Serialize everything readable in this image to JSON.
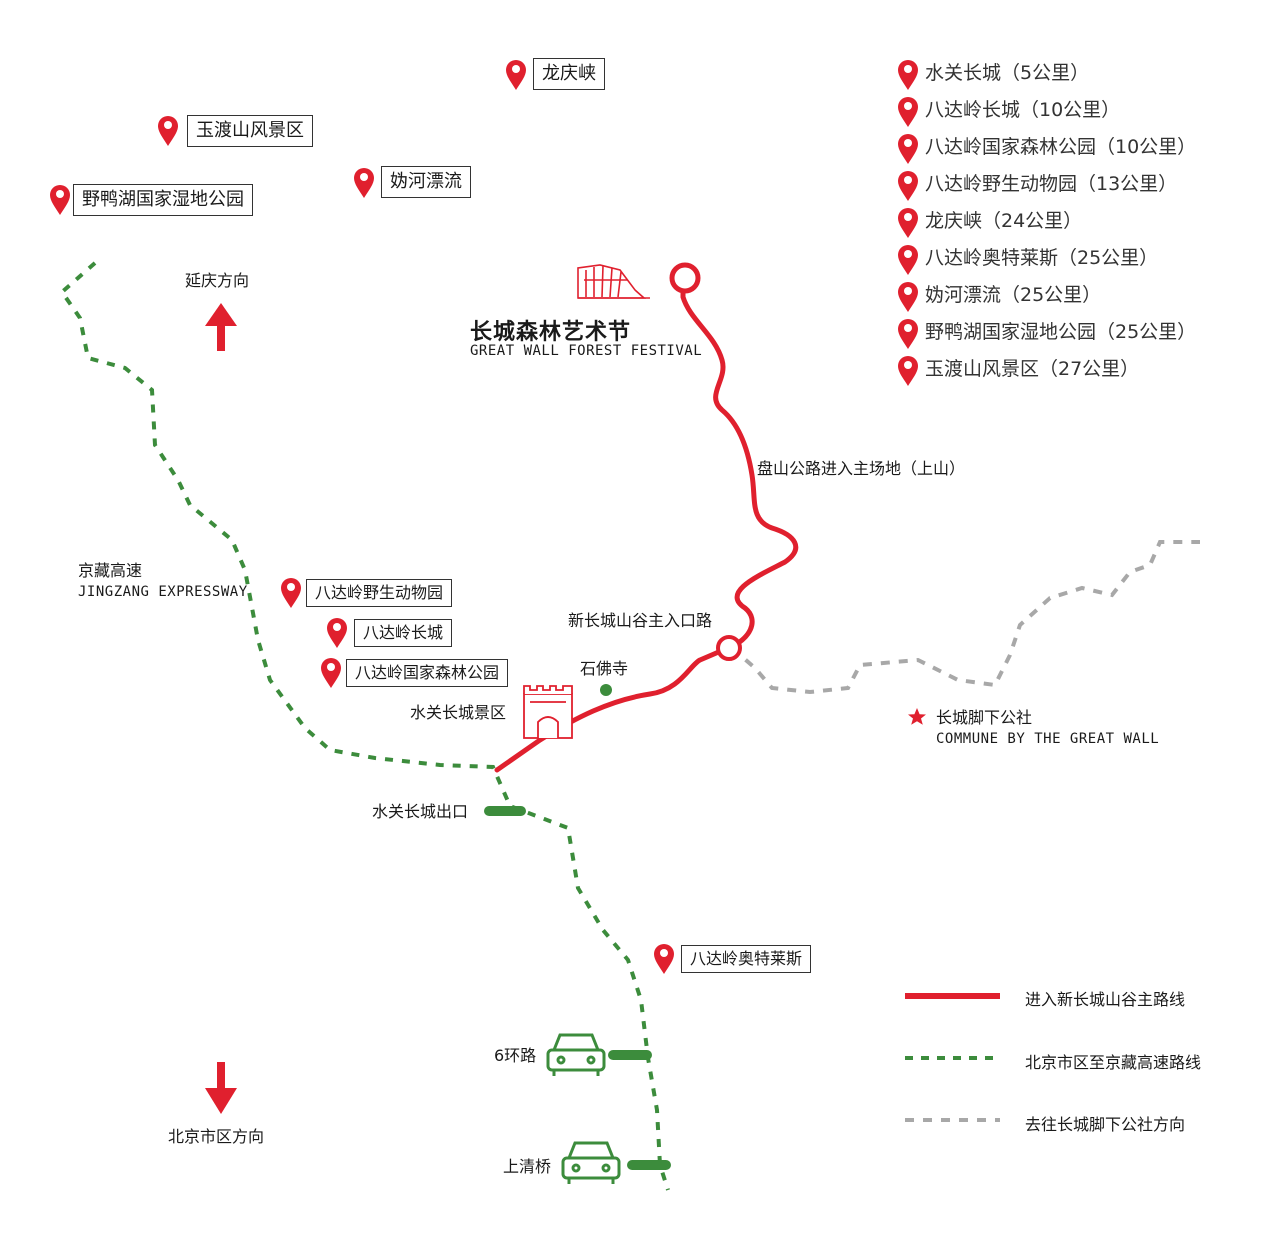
{
  "festival": {
    "title_cn": "长城森林艺术节",
    "title_en": "GREAT WALL FOREST FESTIVAL"
  },
  "distances": [
    "水关长城（5公里）",
    "八达岭长城（10公里）",
    "八达岭国家森林公园（10公里）",
    "八达岭野生动物园（13公里）",
    "龙庆峡（24公里）",
    "八达岭奥特莱斯（25公里）",
    "妫河漂流（25公里）",
    "野鸭湖国家湿地公园（25公里）",
    "玉渡山风景区（27公里）"
  ],
  "pois": {
    "longqingxia": "龙庆峡",
    "yudushan": "玉渡山风景区",
    "guihe": "妫河漂流",
    "yehu": "野鸭湖国家湿地公园",
    "wildlife_park": "八达岭野生动物园",
    "badaling_wall": "八达岭长城",
    "forest_park": "八达岭国家森林公园",
    "outlets": "八达岭奥特莱斯"
  },
  "labels": {
    "yanqing_dir": "延庆方向",
    "beijing_dir": "北京市区方向",
    "mountain_road": "盘山公路进入主场地（上山）",
    "main_entrance_road": "新长城山谷主入口路",
    "shifo_temple": "石佛寺",
    "shuiguan_scenic": "水关长城景区",
    "shuiguan_exit": "水关长城出口",
    "ring6": "6环路",
    "shangqingqiao": "上清桥",
    "expressway_cn": "京藏高速",
    "expressway_en": "JINGZANG EXPRESSWAY",
    "commune_cn": "长城脚下公社",
    "commune_en": "COMMUNE BY THE GREAT WALL"
  },
  "legend": {
    "red": "进入新长城山谷主路线",
    "green": "北京市区至京藏高速路线",
    "gray": "去往长城脚下公社方向"
  },
  "colors": {
    "red": "#e0202e",
    "green": "#3c8c3c",
    "gray": "#a8a8a8"
  }
}
